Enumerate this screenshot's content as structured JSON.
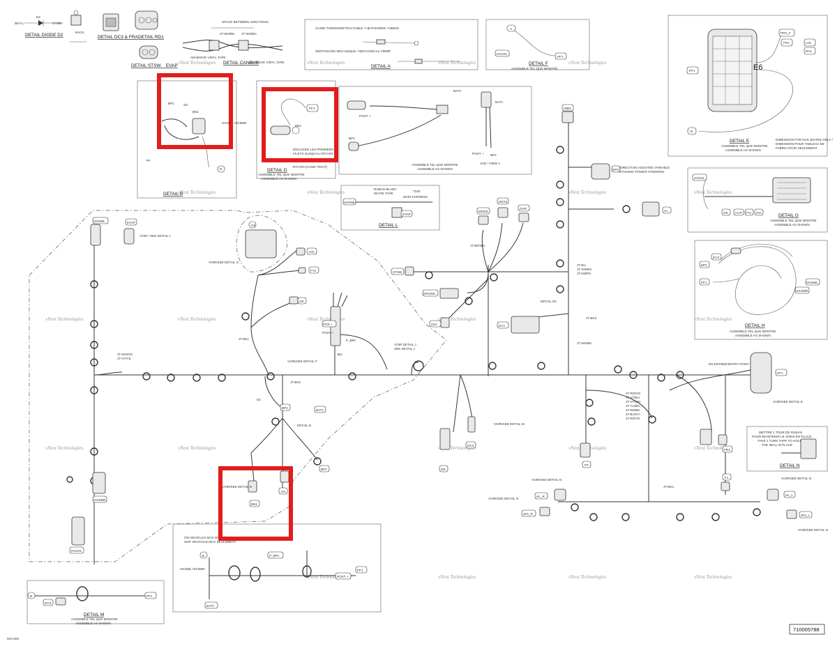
{
  "colors": {
    "highlight": "#e11d1d",
    "line": "#333333"
  },
  "top_details": {
    "diode_text_left": "BK/YL",
    "diode_text_d2": "D2",
    "diode_text_right": "GY/BK",
    "detail_diode": "DETAIL DIODE D2",
    "back_label": "BACK",
    "detail_dc3_fra": "DETAIL DC3 & FRA",
    "detail_rd1": "DETAIL RD1",
    "detail_stsw_evap": "DETAIL STSW _ EVAP",
    "space_between": "SPACE BETWEEN JUNCTIONS",
    "jt_wh_bk": "JT-WH/BK",
    "jt_wh_bk2": "JT-WH/BG",
    "adhesive_1": "ADHESIVE VINYL TAPE",
    "adhesive_2": "ADHESIVE VINYL TAPE",
    "detail_canbus": "DETAIL CANBUS",
    "gaine": "GAINE THERMORETRACTABLE / HEATSHRINK TUBING",
    "serrage": "SERTISSAGE MECANIQUE / MECHANICAL CRIMP",
    "detail_a": "DETAIL A",
    "detail_f": "DETAIL F",
    "detail_f_text1": "ASSEMBLE TEL QUE MONTRE",
    "detail_f_text2": "ASSEMBLE AS SHOWN",
    "tag_a": "A",
    "tag_hg2s1": "HG2S1",
    "tag_pf1": "PF1"
  },
  "detail_e": {
    "title": "DETAIL E",
    "e6": "E6",
    "text1": "ASSEMBLE TEL QUE MONTRE",
    "text2": "ASSEMBLE AS SHOWN",
    "note1": "DIMENSION FOR NAIL BOARD ONLY /",
    "note2": "DIMENSION POUR TABLEAU DE",
    "note3": "FABRICATION SEULEMENT",
    "tag_pf1": "PF1",
    "tag_pps_f": "PPS_F",
    "tag_fra": "FRA",
    "tag_lhl": "LHL",
    "tag_rhl": "RHL",
    "tag_b": "B"
  },
  "detail_b": {
    "title": "DETAIL B",
    "bp1": "BP1",
    "ss": "SS",
    "bn1": "BN1",
    "hic": "HIC5ML HIC5MR",
    "pf": "PF",
    "b": "B"
  },
  "detail_d": {
    "title": "DETAIL D",
    "text1": "ASSEMBLE TEL QUE MONTRE",
    "text2": "ASSEMBLE AS SHOWN",
    "pf1": "PF1",
    "bn1": "BN1",
    "engager1": "ENGAGER LES PREMIERS",
    "engager2": "FILETS JUSQU'AU RYCON",
    "rycon": "RYCON (HAND-TIGHT)"
  },
  "bat_detail": {
    "bat1": "BAT1",
    "post": "POST +",
    "bp2": "BP2",
    "text1": "ASSEMBLE TEL QUE MONTRE",
    "text2": "ASSEMBLE AS SHOWN",
    "bat1_b": "BAT1",
    "post_b": "POST +",
    "bp2_b": "BP2",
    "vue": "VUE / VIEW A"
  },
  "detail_l": {
    "title": "DETAIL L",
    "ruban": "RUBAN BLANC",
    "white_tape": "WHITE TAPE",
    "hic5ml": "HIC5ML",
    "evap": "EVAP",
    "main": "MAIN HARNESS",
    "t342": "T342"
  },
  "detail_g": {
    "title": "DETAIL G",
    "text1": "ASSEMBLE TEL QUE MONTRE",
    "text2": "ASSEMBLE AS SHOWN",
    "hg2s1": "HG2S1",
    "g8": "G8",
    "ccp": "CCP",
    "ft2": "FT2",
    "hic": "HIC"
  },
  "detail_h": {
    "title": "DETAIL H",
    "text1": "ASSEMBLE TEL QUE MONTRE",
    "text2": "ASSEMBLE AS SHOWN",
    "dc3": "DC3",
    "bp2": "BP2",
    "pf1": "PF1",
    "hic5ml": "HIC5ML",
    "hic5mr": "HIC5MR"
  },
  "detail_n": {
    "title": "DETAIL N",
    "text1": "METTRE 1 TOUR DE RUBAN",
    "text2": "POUR MAINTENIR LE JOINS EN PLACE",
    "text3": "TAKE 1 TURN TAPE TO HOLD",
    "text4": "THE SEAL IN PLACE"
  },
  "detail_m": {
    "title": "DETAIL M",
    "text1": "ASSEMBLE TEL QUE MONTRE",
    "text2": "ASSEMBLE AS SHOWN",
    "b": "B",
    "dc3": "DC3",
    "pf1": "PF1"
  },
  "connectors": {
    "hbm": "HBM",
    "dps": "DPS",
    "dps_note1": "DIRECTION ASSISTEE VARIABLE",
    "dps_note2": "DYNAMIC POWER STEERING",
    "cl": "CL",
    "mode": "MODE",
    "dess": "DESS",
    "ovr": "OVR",
    "stsw": "STSW",
    "dpssw": "DPSSW",
    "zx4": "ZX4",
    "dc1": "DC1",
    "detail_dc": "DETAIL DC",
    "hic5ml": "HIC5ML",
    "evap": "EVAP",
    "voir_l": "VOIR / SEE DETAIL L",
    "voir_g": "VOIR/SEE DETAIL G",
    "hic": "HIC",
    "ft2": "FT2",
    "g8": "G8",
    "pos": "POS +",
    "p_bpa": "P_BPA",
    "jb1": "JB1",
    "voir_j": "VOIR DETAIL J",
    "see_j": "SEE DETAIL J",
    "voir_f": "VOIR/SEE DETAIL F",
    "jt_bk2": "JT-BK2",
    "jt_bk1": "JT-BK1",
    "bp2": "BP2",
    "bat1": "BAT1",
    "detail_b": "DETAIL B",
    "bp1": "BP1",
    "bn1": "BN1",
    "ss": "SS",
    "voir_d": "VOIR/SEE DETAIL D",
    "hic5mr": "HIC5MR",
    "hg2s1": "HG2S1",
    "db": "DB",
    "dc3": "DC3",
    "voir_m": "VOIR/SEE DETAIL M",
    "fp": "FP",
    "fra": "FRA",
    "pf1": "PF1",
    "ej_entry": "EN ENTREE/ENTRY POINT",
    "voir_e": "VOIR/SEE DETAIL E",
    "f1": "F1",
    "hl_r": "HL_R",
    "hl_l": "HL_L",
    "sig_r": "SIG_R",
    "sig_l": "SIG_L",
    "voir_n": "VOIR/SEE DETAIL N",
    "jt_bk4": "JT-BK4",
    "d2": "D2",
    "jt_group_1": "JT-BU",
    "jt_group_2": "JT-GN/BN",
    "jt_group_3": "JT-RD/PK",
    "jt_whbk": "JT-WH/BK",
    "jt_bk3": "JT-BK3",
    "jt_be": "JT-BE/WH",
    "jt_vt": "JT-WH/OG",
    "jt_vt2": "JT-VT/YE",
    "jt_list_1": "JT-RD/OG",
    "jt_list_2": "JT-VT/BU",
    "jt_list_3": "JT-VT/WH",
    "jt_list_4": "JT-YL/BN",
    "jt_list_5": "JT-RD/BE",
    "jt_list_6": "JT-BU/OY",
    "jt_list_7": "JT-RD/YE"
  },
  "bottom_detail": {
    "note1": "ON VEHICULE MAX ONLY /",
    "note2": "SUR VEHICULE MAX SEULEMENT",
    "b": "B",
    "p_bpa": "P_BPA",
    "hic": "HIC5ML HIC5MR",
    "post": "POST +",
    "pf1": "PF1",
    "bat1": "BAT1"
  },
  "watermark": "vNext Technologies",
  "part_number": "710005788",
  "corner_code": "MC1491"
}
